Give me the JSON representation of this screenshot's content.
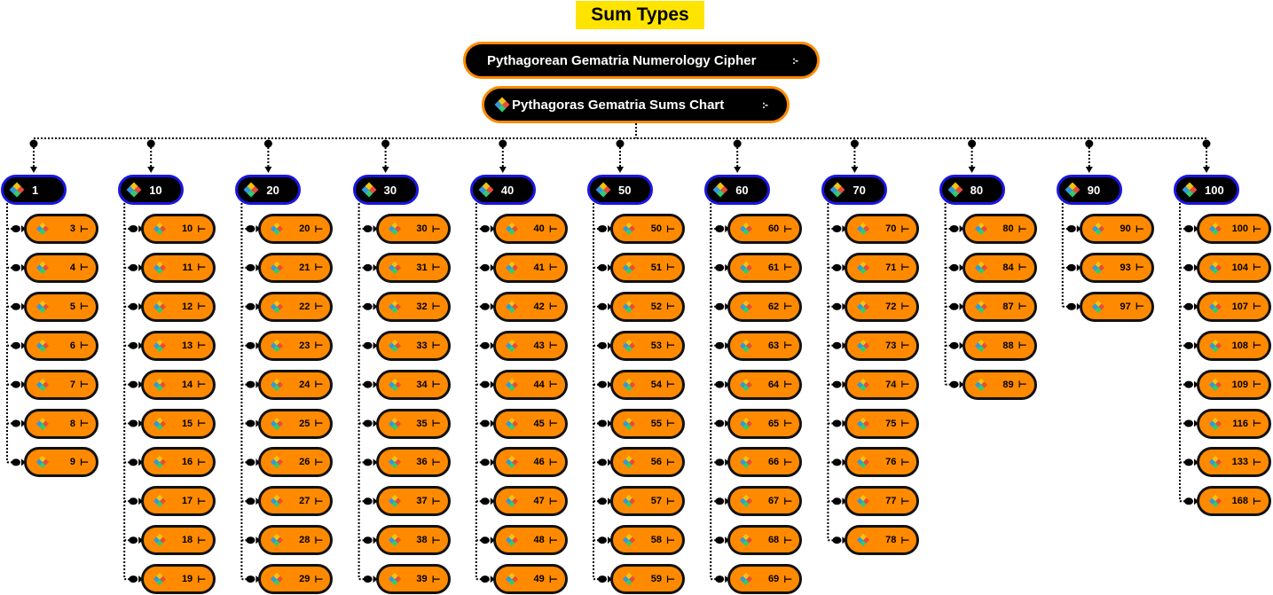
{
  "title": "Sum Types",
  "root": {
    "label": "Pythagorean Gematria Numerology Cipher",
    "ctl": ":-"
  },
  "chart": {
    "label": "Pythagoras Gematria Sums Chart",
    "ctl": ":-"
  },
  "categories": [
    {
      "label": "1",
      "items": [
        "3",
        "4",
        "5",
        "6",
        "7",
        "8",
        "9"
      ]
    },
    {
      "label": "10",
      "items": [
        "10",
        "11",
        "12",
        "13",
        "14",
        "15",
        "16",
        "17",
        "18",
        "19"
      ]
    },
    {
      "label": "20",
      "items": [
        "20",
        "21",
        "22",
        "23",
        "24",
        "25",
        "26",
        "27",
        "28",
        "29"
      ]
    },
    {
      "label": "30",
      "items": [
        "30",
        "31",
        "32",
        "33",
        "34",
        "35",
        "36",
        "37",
        "38",
        "39"
      ]
    },
    {
      "label": "40",
      "items": [
        "40",
        "41",
        "42",
        "43",
        "44",
        "45",
        "46",
        "47",
        "48",
        "49"
      ]
    },
    {
      "label": "50",
      "items": [
        "50",
        "51",
        "52",
        "53",
        "54",
        "55",
        "56",
        "57",
        "58",
        "59"
      ]
    },
    {
      "label": "60",
      "items": [
        "60",
        "61",
        "62",
        "63",
        "64",
        "65",
        "66",
        "67",
        "68",
        "69"
      ]
    },
    {
      "label": "70",
      "items": [
        "70",
        "71",
        "72",
        "73",
        "74",
        "75",
        "76",
        "77",
        "78"
      ]
    },
    {
      "label": "80",
      "items": [
        "80",
        "84",
        "87",
        "88",
        "89"
      ]
    },
    {
      "label": "90",
      "items": [
        "90",
        "93",
        "97"
      ]
    },
    {
      "label": "100",
      "items": [
        "100",
        "104",
        "107",
        "108",
        "109",
        "116",
        "133",
        "168"
      ]
    }
  ]
}
